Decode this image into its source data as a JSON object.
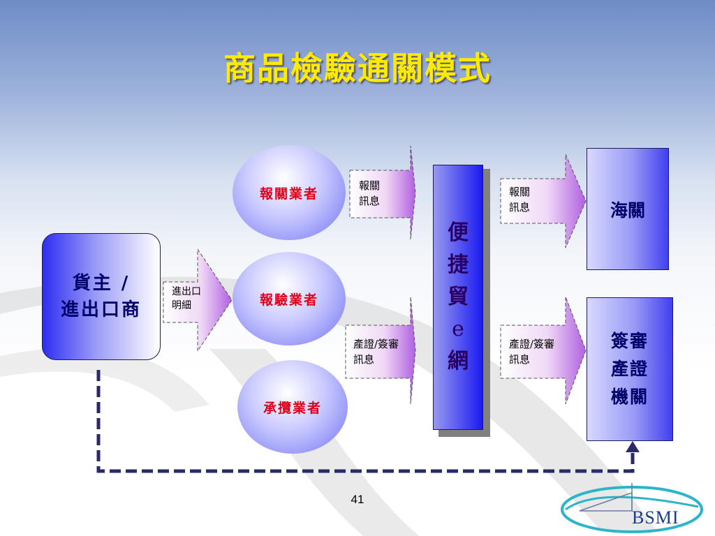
{
  "slide": {
    "title": "商品檢驗通關模式",
    "page_number": "41"
  },
  "nodes": {
    "owner": {
      "line1": "貨主 /",
      "line2": "進出口商"
    },
    "customs_broker": "報關業者",
    "inspection_broker": "報驗業者",
    "contractor": "承攬業者",
    "ebox": {
      "chars": [
        "便",
        "捷",
        "貿",
        "e",
        "網"
      ]
    },
    "customs": "海關",
    "inspect_agency": {
      "line1": "簽審",
      "line2": "產證",
      "line3": "機關"
    }
  },
  "arrows": {
    "detail": {
      "line1": "進出口",
      "line2": "明細"
    },
    "customs_msg_in": {
      "line1": "報關",
      "line2": "訊息"
    },
    "cert_msg_in": {
      "line1": "產證/簽審",
      "line2": "訊息"
    },
    "customs_msg_out": {
      "line1": "報關",
      "line2": "訊息"
    },
    "cert_msg_out": {
      "line1": "產證/簽審",
      "line2": "訊息"
    }
  },
  "logo": {
    "text": "BSMI"
  },
  "colors": {
    "title": "#ffea00",
    "broker_text": "#e0001a",
    "node_text": "#00006a",
    "dashed_line": "#2a2a6a"
  }
}
